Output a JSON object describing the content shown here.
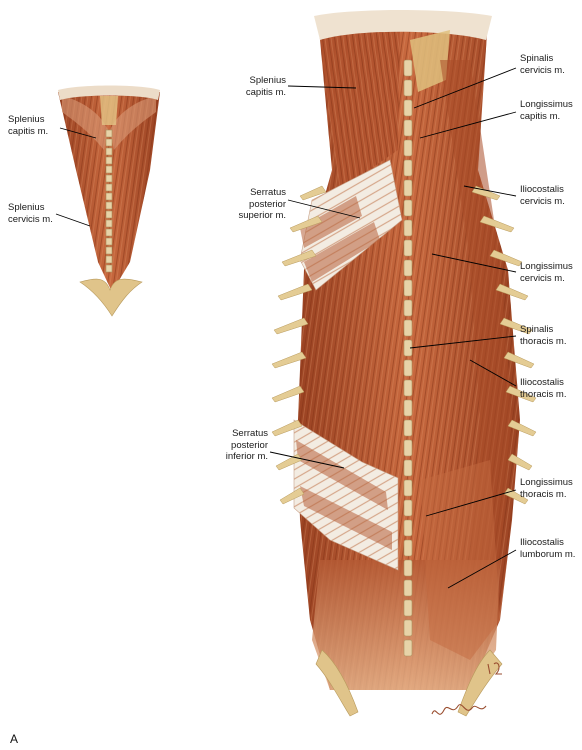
{
  "panel_letter": "A",
  "signature": "H. Cammaroo '94",
  "colors": {
    "muscle": "#b85a34",
    "muscle_dark": "#8c3a1c",
    "muscle_light": "#d98a60",
    "tendon": "#f2e8dc",
    "bone": "#e0c48a",
    "leader": "#000000"
  },
  "labels": {
    "small_splenius_capitis": "Splenius\ncapitis m.",
    "small_splenius_cervicis": "Splenius\ncervicis m.",
    "splenius_capitis": "Splenius\ncapitis m.",
    "serratus_posterior_superior": "Serratus\nposterior\nsuperior m.",
    "serratus_posterior_inferior": "Serratus\nposterior\ninferior m.",
    "spinalis_cervicis": "Spinalis\ncervicis m.",
    "longissimus_capitis": "Longissimus\ncapitis m.",
    "iliocostalis_cervicis": "Iliocostalis\ncervicis m.",
    "longissimus_cervicis": "Longissimus\ncervicis m.",
    "spinalis_thoracis": "Spinalis\nthoracis m.",
    "iliocostalis_thoracis": "Iliocostalis\nthoracis m.",
    "longissimus_thoracis": "Longissimus\nthoracis m.",
    "iliocostalis_lumborum": "Iliocostalis\nlumborum m."
  }
}
